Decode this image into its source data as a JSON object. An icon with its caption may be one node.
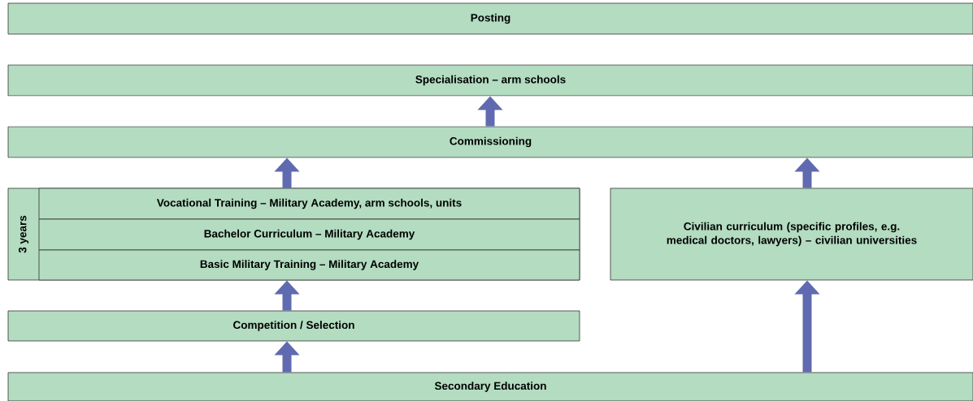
{
  "diagram": {
    "nodes": [
      {
        "text": [
          "Posting"
        ]
      },
      {
        "text": [
          "Specialisation – arm schools"
        ]
      },
      {
        "text": [
          "Commissioning"
        ]
      },
      {
        "text": [
          "3 years"
        ]
      },
      {
        "text": [
          "Vocational Training – Military Academy, arm schools, units"
        ],
        "in": 3
      },
      {
        "text": [
          "Bachelor Curriculum – Military Academy"
        ],
        "in": 3
      },
      {
        "text": [
          "Basic Military Training – Military Academy"
        ],
        "in": 3
      },
      {
        "text": [
          "Civilian curriculum (specific profiles, e.g. medical doctors, lawyers) – civilian universities"
        ]
      },
      {
        "text": [
          "Competition / Selection"
        ]
      },
      {
        "text": [
          "Secondary Education"
        ]
      }
    ],
    "edges": [
      {
        "from": 9,
        "to": 8,
        "arrow": "to"
      },
      {
        "from": 8,
        "to": 6,
        "arrow": "to"
      },
      {
        "from": 4,
        "to": 2,
        "arrow": "to"
      },
      {
        "from": 2,
        "to": 1,
        "arrow": "to"
      },
      {
        "from": 9,
        "to": 7,
        "arrow": "to"
      },
      {
        "from": 7,
        "to": 2,
        "arrow": "to"
      }
    ]
  }
}
